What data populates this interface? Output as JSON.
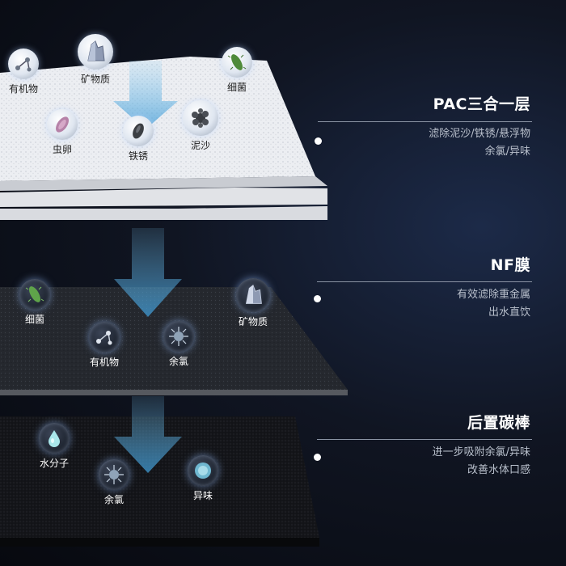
{
  "layers": [
    {
      "title": "PAC三合一层",
      "desc": [
        "滤除泥沙/铁锈/悬浮物",
        "余氯/异味"
      ],
      "contaminants": [
        {
          "name": "有机物",
          "icon": "molecule-icon"
        },
        {
          "name": "矿物质",
          "icon": "crystal-icon"
        },
        {
          "name": "细菌",
          "icon": "bacteria-icon"
        },
        {
          "name": "虫卵",
          "icon": "egg-icon"
        },
        {
          "name": "铁锈",
          "icon": "rust-icon"
        },
        {
          "name": "泥沙",
          "icon": "sediment-icon"
        }
      ]
    },
    {
      "title": "NF膜",
      "desc": [
        "有效滤除重金属",
        "出水直饮"
      ],
      "contaminants": [
        {
          "name": "细菌",
          "icon": "bacteria-icon"
        },
        {
          "name": "矿物质",
          "icon": "crystal-icon"
        },
        {
          "name": "有机物",
          "icon": "molecule-icon"
        },
        {
          "name": "余氯",
          "icon": "chlorine-icon"
        }
      ]
    },
    {
      "title": "后置碳棒",
      "desc": [
        "进一步吸附余氯/异味",
        "改善水体口感"
      ],
      "contaminants": [
        {
          "name": "水分子",
          "icon": "water-drop-icon"
        },
        {
          "name": "余氯",
          "icon": "chlorine-icon"
        },
        {
          "name": "异味",
          "icon": "odor-icon"
        }
      ]
    }
  ],
  "colors": {
    "pac_layer": "#e9ebef",
    "nf_layer": "#24272d",
    "carbon_layer": "#141519",
    "arrow": "#3f9bd6",
    "title": "#ffffff",
    "desc": "#b9c0cc"
  }
}
